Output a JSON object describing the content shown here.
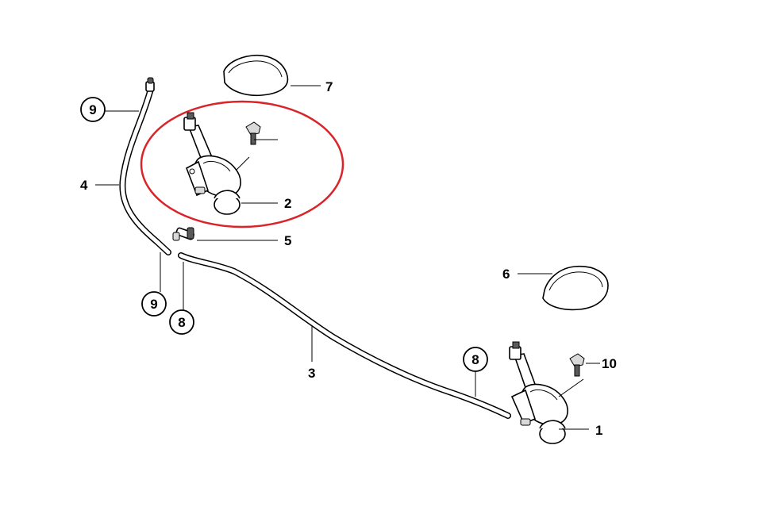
{
  "diagram": {
    "callouts": [
      {
        "id": "c1",
        "text": "1",
        "circled": false
      },
      {
        "id": "c2",
        "text": "2",
        "circled": false
      },
      {
        "id": "c3",
        "text": "3",
        "circled": false
      },
      {
        "id": "c4",
        "text": "4",
        "circled": false
      },
      {
        "id": "c5",
        "text": "5",
        "circled": false
      },
      {
        "id": "c6",
        "text": "6",
        "circled": false
      },
      {
        "id": "c7",
        "text": "7",
        "circled": false
      },
      {
        "id": "c8a",
        "text": "8",
        "circled": true
      },
      {
        "id": "c8b",
        "text": "8",
        "circled": true
      },
      {
        "id": "c9a",
        "text": "9",
        "circled": true
      },
      {
        "id": "c9b",
        "text": "9",
        "circled": true
      },
      {
        "id": "c10",
        "text": "10",
        "circled": false
      }
    ],
    "highlight_color": "#d9252a",
    "highlighted_part": "2"
  }
}
